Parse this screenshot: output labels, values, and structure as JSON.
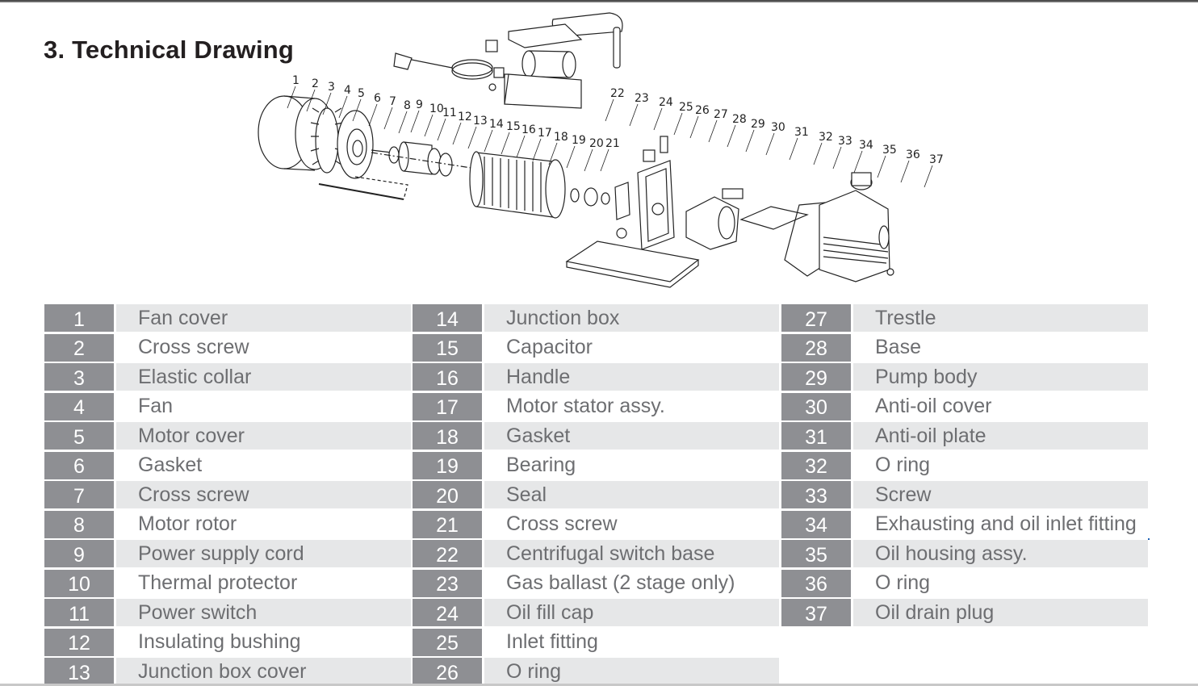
{
  "page": {
    "title": "3. Technical Drawing"
  },
  "drawing": {
    "description": "Exploded view of vacuum pump",
    "callouts": [
      "1",
      "2",
      "3",
      "4",
      "5",
      "6",
      "7",
      "8",
      "9",
      "10",
      "11",
      "12",
      "13",
      "14",
      "15",
      "16",
      "17",
      "18",
      "19",
      "20",
      "21",
      "22",
      "23",
      "24",
      "25",
      "26",
      "27",
      "28",
      "29",
      "30",
      "31",
      "32",
      "33",
      "34",
      "35",
      "36",
      "37"
    ]
  },
  "parts": {
    "columns": [
      [
        {
          "no": "1",
          "name": "Fan cover"
        },
        {
          "no": "2",
          "name": "Cross screw"
        },
        {
          "no": "3",
          "name": "Elastic collar"
        },
        {
          "no": "4",
          "name": "Fan"
        },
        {
          "no": "5",
          "name": "Motor cover"
        },
        {
          "no": "6",
          "name": "Gasket"
        },
        {
          "no": "7",
          "name": "Cross screw"
        },
        {
          "no": "8",
          "name": "Motor rotor"
        },
        {
          "no": "9",
          "name": "Power supply cord"
        },
        {
          "no": "10",
          "name": "Thermal protector"
        },
        {
          "no": "11",
          "name": "Power switch"
        },
        {
          "no": "12",
          "name": "Insulating bushing"
        },
        {
          "no": "13",
          "name": "Junction box cover"
        }
      ],
      [
        {
          "no": "14",
          "name": "Junction box"
        },
        {
          "no": "15",
          "name": "Capacitor"
        },
        {
          "no": "16",
          "name": "Handle"
        },
        {
          "no": "17",
          "name": "Motor stator assy."
        },
        {
          "no": "18",
          "name": "Gasket"
        },
        {
          "no": "19",
          "name": "Bearing"
        },
        {
          "no": "20",
          "name": "Seal"
        },
        {
          "no": "21",
          "name": "Cross screw"
        },
        {
          "no": "22",
          "name": "Centrifugal switch base"
        },
        {
          "no": "23",
          "name": "Gas ballast (2 stage only)"
        },
        {
          "no": "24",
          "name": "Oil fill cap"
        },
        {
          "no": "25",
          "name": "Inlet fitting"
        },
        {
          "no": "26",
          "name": "O ring"
        }
      ],
      [
        {
          "no": "27",
          "name": "Trestle"
        },
        {
          "no": "28",
          "name": "Base"
        },
        {
          "no": "29",
          "name": "Pump body"
        },
        {
          "no": "30",
          "name": "Anti-oil cover"
        },
        {
          "no": "31",
          "name": "Anti-oil plate"
        },
        {
          "no": "32",
          "name": "O ring"
        },
        {
          "no": "33",
          "name": "Screw"
        },
        {
          "no": "34",
          "name": "Exhausting and oil inlet fitting"
        },
        {
          "no": "35",
          "name": "Oil housing assy."
        },
        {
          "no": "36",
          "name": "O ring"
        },
        {
          "no": "37",
          "name": "Oil drain plug"
        }
      ]
    ]
  },
  "colors": {
    "number_cell": "#8e8f93",
    "shaded_row": "#e6e7e8",
    "text_gray": "#6d6e71",
    "title": "#231f20"
  }
}
